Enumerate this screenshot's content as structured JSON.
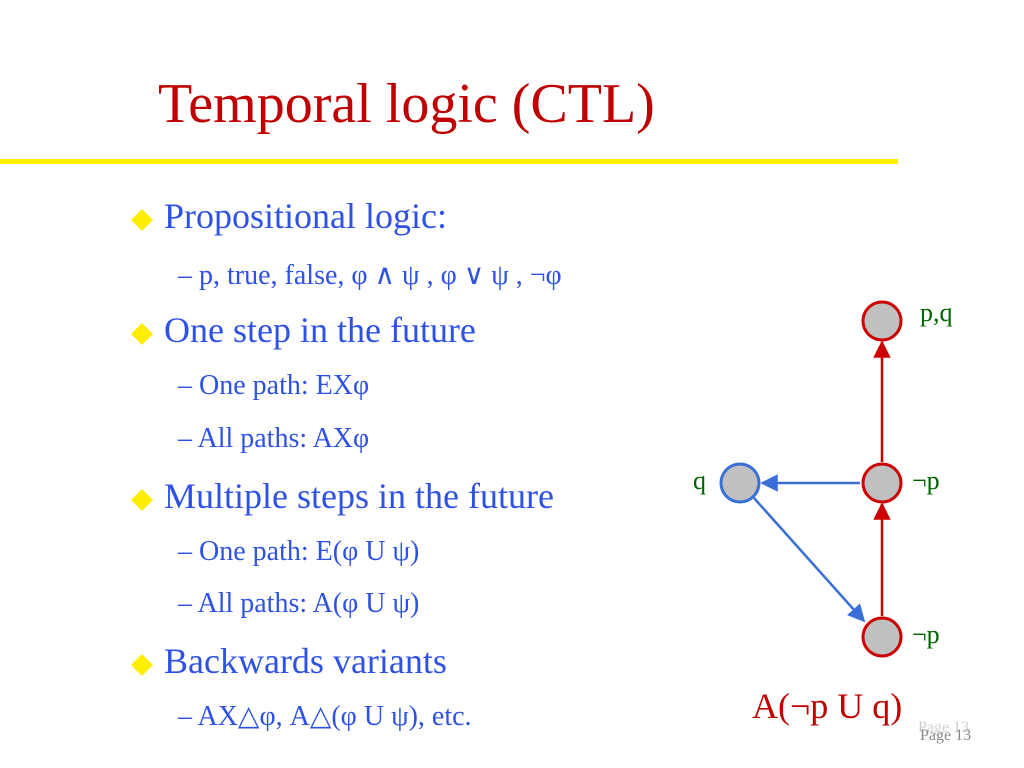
{
  "slide": {
    "title": "Temporal logic (CTL)",
    "bullets": [
      {
        "text": "Propositional logic:",
        "subs": [
          "p, true, false, φ ∧ ψ , φ ∨ ψ , ¬φ"
        ]
      },
      {
        "text": "One step in the future",
        "subs": [
          "One path: EXφ",
          "All paths: AXφ"
        ]
      },
      {
        "text": "Multiple steps in the future",
        "subs": [
          "One path: E(φ U ψ)",
          "All paths: A(φ U ψ)"
        ]
      },
      {
        "text": "Backwards variants",
        "subs": [
          "AX△φ, A△(φ U ψ), etc."
        ]
      }
    ]
  },
  "diagram": {
    "node_labels": {
      "top": "p,q",
      "middle": "¬p",
      "left": "q",
      "bottom": "¬p"
    },
    "formula": "A(¬p U q)",
    "colors": {
      "node_fill": "#c0c0c0",
      "node_red": "#cc0000",
      "node_blue": "#3a6fd8",
      "edge_red": "#cc0000",
      "edge_blue": "#3a6fd8"
    }
  },
  "footer": {
    "page_ghost": "Page 13",
    "page": "Page 13"
  },
  "colors": {
    "title": "#c00000",
    "rule": "#ffee00",
    "body_text": "#2f52e6",
    "label_green": "#006400"
  }
}
